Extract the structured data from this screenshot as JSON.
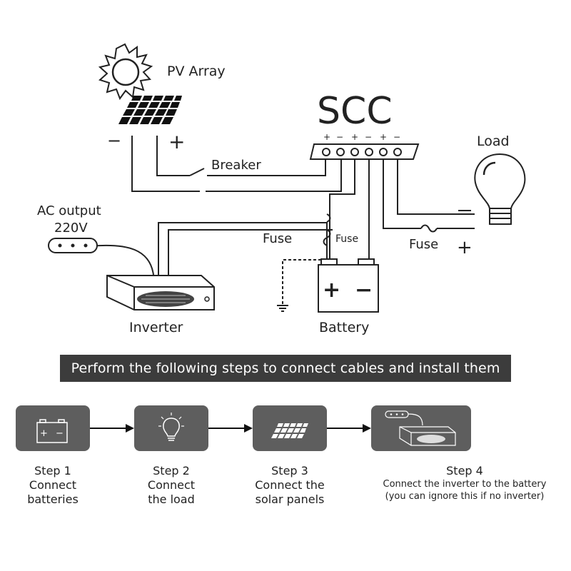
{
  "diagram": {
    "pv_array_label": "PV Array",
    "pv_minus": "−",
    "pv_plus": "+",
    "scc_label": "SCC",
    "scc_terminals": [
      "+",
      "−",
      "+",
      "−",
      "+",
      "−"
    ],
    "breaker_label": "Breaker",
    "load_label": "Load",
    "ac_output_label": "AC output",
    "ac_voltage_label": "220V",
    "fuse_label_left": "Fuse",
    "fuse_label_mid": "Fuse",
    "fuse_label_right": "Fuse",
    "load_plus": "+",
    "inverter_label": "Inverter",
    "battery_label": "Battery",
    "battery_plus": "+",
    "battery_minus": "−"
  },
  "banner": {
    "text": "Perform the following steps to connect cables and install them"
  },
  "steps": [
    {
      "title": "Step 1",
      "line1": "Connect",
      "line2": "batteries",
      "icon": "battery-icon"
    },
    {
      "title": "Step 2",
      "line1": "Connect",
      "line2": "the load",
      "icon": "bulb-icon"
    },
    {
      "title": "Step 3",
      "line1": "Connect the",
      "line2": "solar panels",
      "icon": "solar-panel-icon"
    },
    {
      "title": "Step 4",
      "line1": "Connect the inverter to the battery",
      "line2": "(you can ignore this if no inverter)",
      "icon": "inverter-icon"
    }
  ]
}
